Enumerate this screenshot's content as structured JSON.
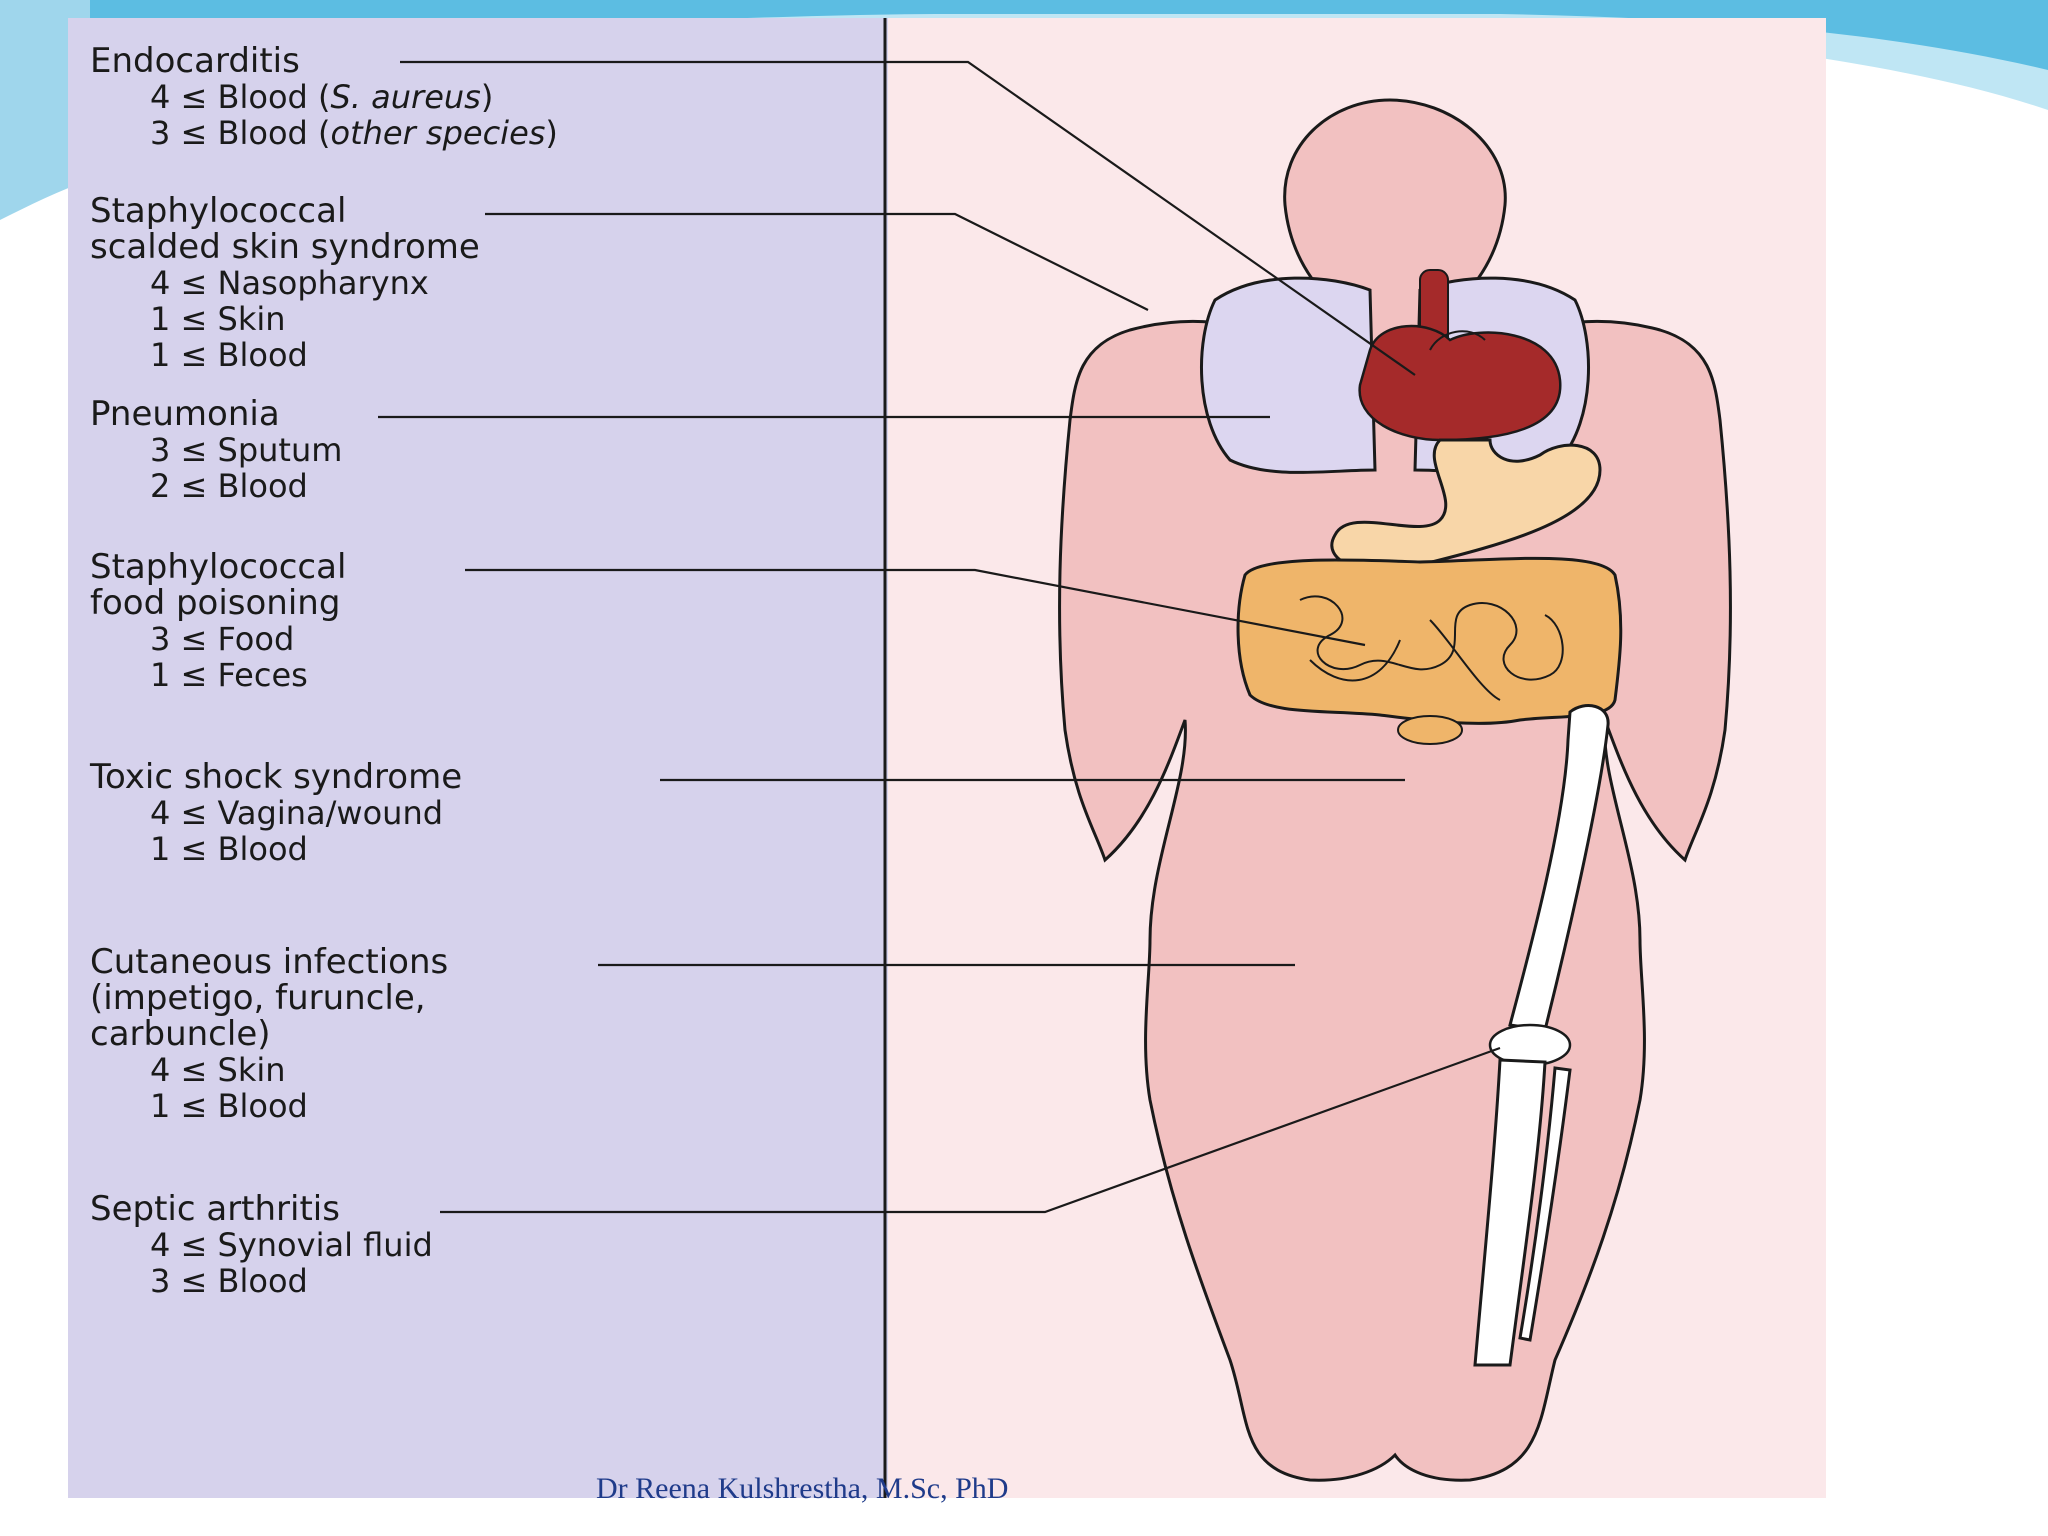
{
  "theme": {
    "panel_color": "#d6d2ec",
    "body_color": "#f2c1c1",
    "lung_color": "#dcd6f0",
    "heart_color": "#a52a2a",
    "stomach_color": "#f8d6a8",
    "intestine_color": "#efb56a",
    "bone_color": "#ffffff",
    "accent_teal": "#36a9d6",
    "footer_color": "#1f3b8a"
  },
  "infections": [
    {
      "title_lines": [
        "Endocarditis"
      ],
      "specimens": [
        {
          "count": "4",
          "op": "≤",
          "text": "Blood (",
          "italic": "S. aureus",
          "tail": ")"
        },
        {
          "count": "3",
          "op": "≤",
          "text": "Blood (",
          "italic": "other species",
          "tail": ")"
        }
      ]
    },
    {
      "title_lines": [
        "Staphylococcal",
        "scalded skin syndrome"
      ],
      "specimens": [
        {
          "count": "4",
          "op": "≤",
          "text": "Nasopharynx"
        },
        {
          "count": "1",
          "op": "≤",
          "text": "Skin"
        },
        {
          "count": "1",
          "op": "≤",
          "text": "Blood"
        }
      ]
    },
    {
      "title_lines": [
        "Pneumonia"
      ],
      "specimens": [
        {
          "count": "3",
          "op": "≤",
          "text": "Sputum"
        },
        {
          "count": "2",
          "op": "≤",
          "text": "Blood"
        }
      ]
    },
    {
      "title_lines": [
        "Staphylococcal",
        "food poisoning"
      ],
      "specimens": [
        {
          "count": "3",
          "op": "≤",
          "text": "Food"
        },
        {
          "count": "1",
          "op": "≤",
          "text": "Feces"
        }
      ]
    },
    {
      "title_lines": [
        "Toxic shock syndrome"
      ],
      "specimens": [
        {
          "count": "4",
          "op": "≤",
          "text": "Vagina/wound"
        },
        {
          "count": "1",
          "op": "≤",
          "text": "Blood"
        }
      ]
    },
    {
      "title_lines": [
        "Cutaneous infections",
        "(impetigo, furuncle,",
        "carbuncle)"
      ],
      "specimens": [
        {
          "count": "4",
          "op": "≤",
          "text": "Skin"
        },
        {
          "count": "1",
          "op": "≤",
          "text": "Blood"
        }
      ]
    },
    {
      "title_lines": [
        "Septic arthritis"
      ],
      "specimens": [
        {
          "count": "4",
          "op": "≤",
          "text": "Synovial fluid"
        },
        {
          "count": "3",
          "op": "≤",
          "text": "Blood"
        }
      ]
    }
  ],
  "footer": {
    "credit": "Dr Reena Kulshrestha, M.Sc, PhD"
  }
}
